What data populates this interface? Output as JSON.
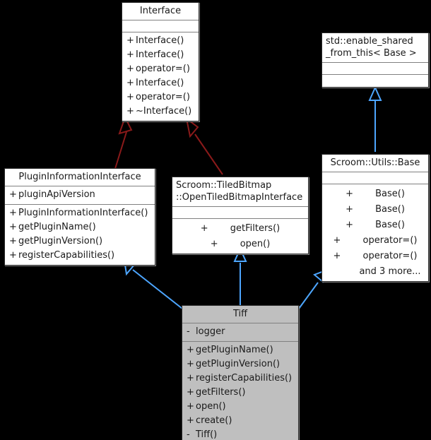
{
  "diagram": {
    "kind": "uml-class-inheritance-diagram",
    "background": "#000000",
    "colors": {
      "inheritance_red": "#8b1a1a",
      "inheritance_blue": "#4da6ff",
      "node_fill": "#ffffff",
      "focus_node_fill": "#bfbfbf",
      "node_border": "#2b2b2b",
      "separator": "#808080",
      "text": "#1a1a1a"
    }
  },
  "nodes": {
    "interface": {
      "title": "Interface",
      "attributes": [],
      "methods": [
        {
          "vis": "+",
          "name": "Interface()"
        },
        {
          "vis": "+",
          "name": "Interface()"
        },
        {
          "vis": "+",
          "name": "operator=()"
        },
        {
          "vis": "+",
          "name": "Interface()"
        },
        {
          "vis": "+",
          "name": "operator=()"
        },
        {
          "vis": "+",
          "name": "~Interface()"
        }
      ]
    },
    "enable_shared_from_this": {
      "title": "std::enable_shared\n_from_this< Base >",
      "attributes": [],
      "methods": []
    },
    "plugin_information_interface": {
      "title": "PluginInformationInterface",
      "attributes": [
        {
          "vis": "+",
          "name": "pluginApiVersion"
        }
      ],
      "methods": [
        {
          "vis": "+",
          "name": "PluginInformationInterface()"
        },
        {
          "vis": "+",
          "name": "getPluginName()"
        },
        {
          "vis": "+",
          "name": "getPluginVersion()"
        },
        {
          "vis": "+",
          "name": "registerCapabilities()"
        }
      ]
    },
    "open_tiled_bitmap_interface": {
      "title": "Scroom::TiledBitmap\n::OpenTiledBitmapInterface",
      "attributes": [],
      "methods": [
        {
          "vis": "+",
          "name": "getFilters()"
        },
        {
          "vis": "+",
          "name": "open()"
        }
      ]
    },
    "base": {
      "title": "Scroom::Utils::Base",
      "attributes": [],
      "methods": [
        {
          "vis": "+",
          "name": "Base()"
        },
        {
          "vis": "+",
          "name": "Base()"
        },
        {
          "vis": "+",
          "name": "Base()"
        },
        {
          "vis": "+",
          "name": "operator=()"
        },
        {
          "vis": "+",
          "name": "operator=()"
        },
        {
          "vis": "",
          "name": "and 3 more..."
        }
      ]
    },
    "tiff": {
      "title": "Tiff",
      "attributes": [
        {
          "vis": "-",
          "name": "logger"
        }
      ],
      "methods": [
        {
          "vis": "+",
          "name": "getPluginName()"
        },
        {
          "vis": "+",
          "name": "getPluginVersion()"
        },
        {
          "vis": "+",
          "name": "registerCapabilities()"
        },
        {
          "vis": "+",
          "name": "getFilters()"
        },
        {
          "vis": "+",
          "name": "open()"
        },
        {
          "vis": "+",
          "name": "create()"
        },
        {
          "vis": "-",
          "name": "Tiff()"
        }
      ]
    }
  },
  "edges": [
    {
      "from": "plugin_information_interface",
      "to": "interface",
      "type": "inheritance",
      "color": "#8b1a1a"
    },
    {
      "from": "open_tiled_bitmap_interface",
      "to": "interface",
      "type": "inheritance",
      "color": "#8b1a1a"
    },
    {
      "from": "base",
      "to": "enable_shared_from_this",
      "type": "inheritance",
      "color": "#4da6ff"
    },
    {
      "from": "tiff",
      "to": "plugin_information_interface",
      "type": "inheritance",
      "color": "#4da6ff"
    },
    {
      "from": "tiff",
      "to": "open_tiled_bitmap_interface",
      "type": "inheritance",
      "color": "#4da6ff"
    },
    {
      "from": "tiff",
      "to": "base",
      "type": "inheritance",
      "color": "#4da6ff"
    }
  ]
}
